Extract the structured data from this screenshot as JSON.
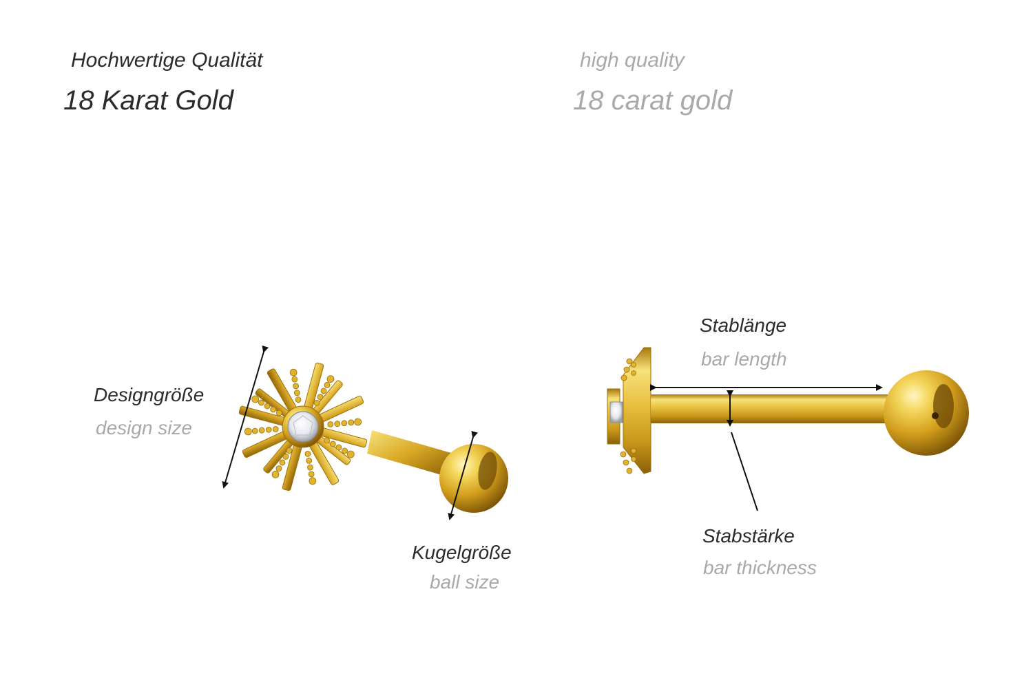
{
  "header": {
    "quality_de": "Hochwertige Qualität",
    "gold_de": "18 Karat Gold",
    "quality_en": "high quality",
    "gold_en": "18 carat gold"
  },
  "labels": {
    "design_size_de": "Designgröße",
    "design_size_en": "design size",
    "ball_size_de": "Kugelgröße",
    "ball_size_en": "ball size",
    "bar_length_de": "Stablänge",
    "bar_length_en": "bar length",
    "bar_thickness_de": "Stabstärke",
    "bar_thickness_en": "bar thickness"
  },
  "colors": {
    "gold_light": "#f7e27a",
    "gold_mid": "#e0b02a",
    "gold_dark": "#a8780c",
    "text_dark": "#2b2b2b",
    "text_light": "#a9a9a9",
    "arrow": "#111111"
  }
}
